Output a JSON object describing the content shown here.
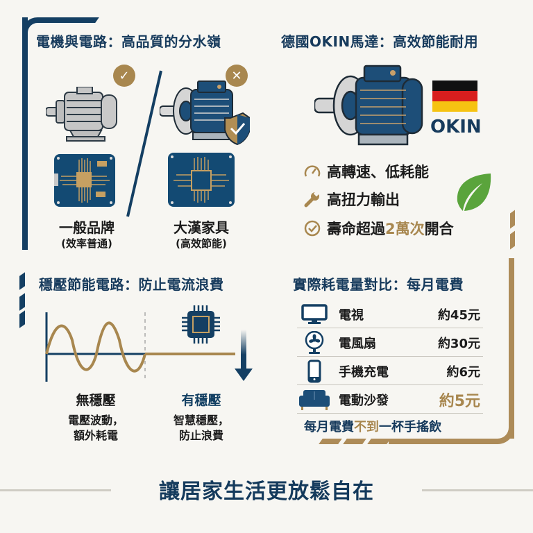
{
  "colors": {
    "navy": "#143f63",
    "gold": "#a8874f",
    "background": "#f7f6f2",
    "leaf_green": "#5aa43c"
  },
  "section_motor_circuit": {
    "title": "電機與電路：高品質的分水嶺",
    "left": {
      "badge_icon": "check-icon",
      "badge_glyph": "✓",
      "motor_icon": "grey-motor-icon",
      "board_icon": "circuit-board-icon",
      "label": "一般品牌",
      "sublabel": "(效率普通)"
    },
    "right": {
      "badge_icon": "cross-icon",
      "badge_glyph": "✕",
      "motor_icon": "navy-motor-shield-icon",
      "board_icon": "circuit-board-icon",
      "label": "大漢家具",
      "sublabel": "(高效節能)"
    }
  },
  "section_okin": {
    "title": "德國OKIN馬達：高效節能耐用",
    "brand": "OKIN",
    "flag_icon": "germany-flag-icon",
    "features": [
      {
        "icon": "speedometer-icon",
        "text": "高轉速、低耗能"
      },
      {
        "icon": "wrench-icon",
        "text": "高扭力輸出"
      },
      {
        "icon": "check-circle-icon",
        "text_before": "壽命超過",
        "text_highlight": "2萬次",
        "text_after": "開合"
      }
    ],
    "leaf_icon": "leaf-icon"
  },
  "section_voltage": {
    "title": "穩壓節能電路：防止電流浪費",
    "left": {
      "label": "無穩壓",
      "desc_line1": "電壓波動，",
      "desc_line2": "額外耗電"
    },
    "right": {
      "label": "有穩壓",
      "desc_line1": "智慧穩壓，",
      "desc_line2": "防止浪費"
    },
    "chip_icon": "chip-icon",
    "arrow_icon": "arrow-down-icon"
  },
  "section_cost": {
    "title": "實際耗電量對比：每月電費",
    "rows": [
      {
        "icon": "tv-icon",
        "name": "電視",
        "value": "約45元"
      },
      {
        "icon": "fan-icon",
        "name": "電風扇",
        "value": "約30元"
      },
      {
        "icon": "phone-icon",
        "name": "手機充電",
        "value": "約6元"
      },
      {
        "icon": "sofa-icon",
        "name": "電動沙發",
        "value": "約5元"
      }
    ],
    "summary_before": "每月電費",
    "summary_highlight": "不到",
    "summary_after": "一杯手搖飲"
  },
  "footer": {
    "slogan": "讓居家生活更放鬆自在"
  }
}
